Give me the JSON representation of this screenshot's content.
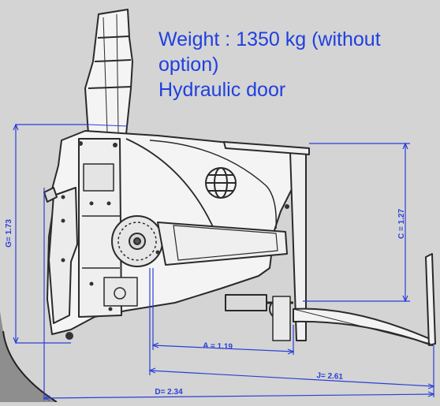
{
  "info": {
    "line1": "Weight : 1350 kg (without",
    "line2": "option)",
    "line3": "Hydraulic door"
  },
  "dimensions": {
    "A": "A = 1.19",
    "C": "C = 1.27",
    "D": "D= 2.34",
    "G": "G= 1.73",
    "J": "J= 2.61"
  },
  "colors": {
    "background": "#d4d4d4",
    "dimension": "#2a3fd6",
    "title": "#1f3fe0",
    "machine_outline": "#2a2a2a",
    "machine_fill": "#f4f4f4",
    "corner_shape": "#8e8e8e"
  }
}
